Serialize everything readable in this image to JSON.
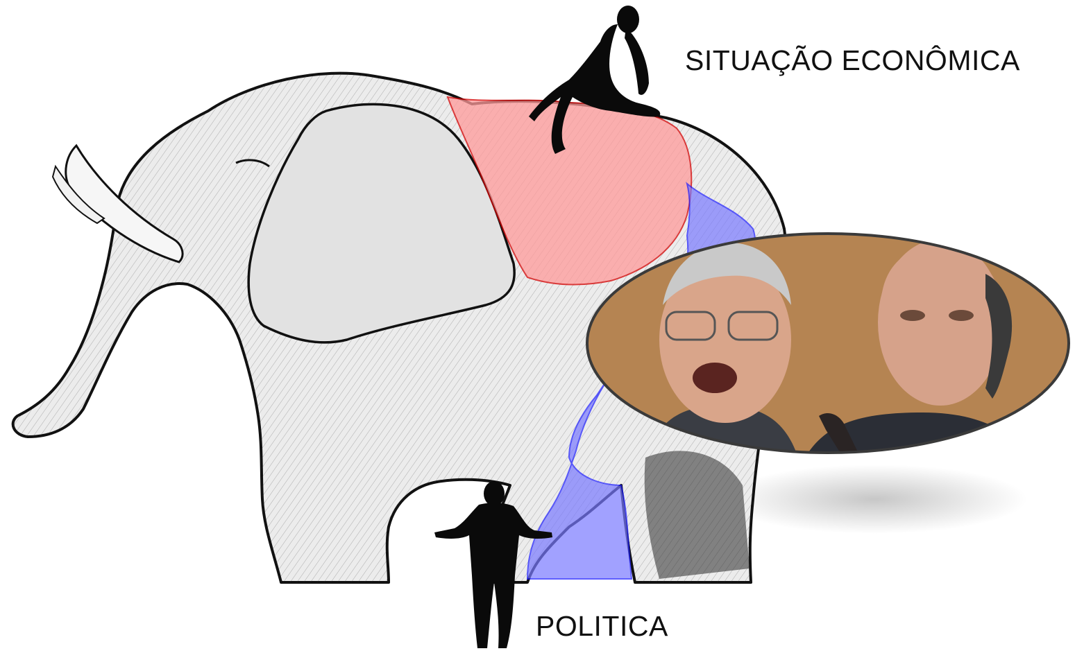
{
  "labels": {
    "economic_situation": "SITUAÇÃO ECONÔMICA",
    "politics": "POLITICA"
  },
  "colors": {
    "economic_highlight": "#ff9a9a",
    "politics_highlight": "#6b6bff",
    "elephant_fill": "#e9e9e9",
    "ink": "#111111",
    "photo_background": "#a87a4a"
  },
  "icons": {
    "elephant": "elephant-illustration",
    "woman": "woman-silhouette",
    "man": "man-silhouette",
    "photo": "photo-two-men"
  }
}
